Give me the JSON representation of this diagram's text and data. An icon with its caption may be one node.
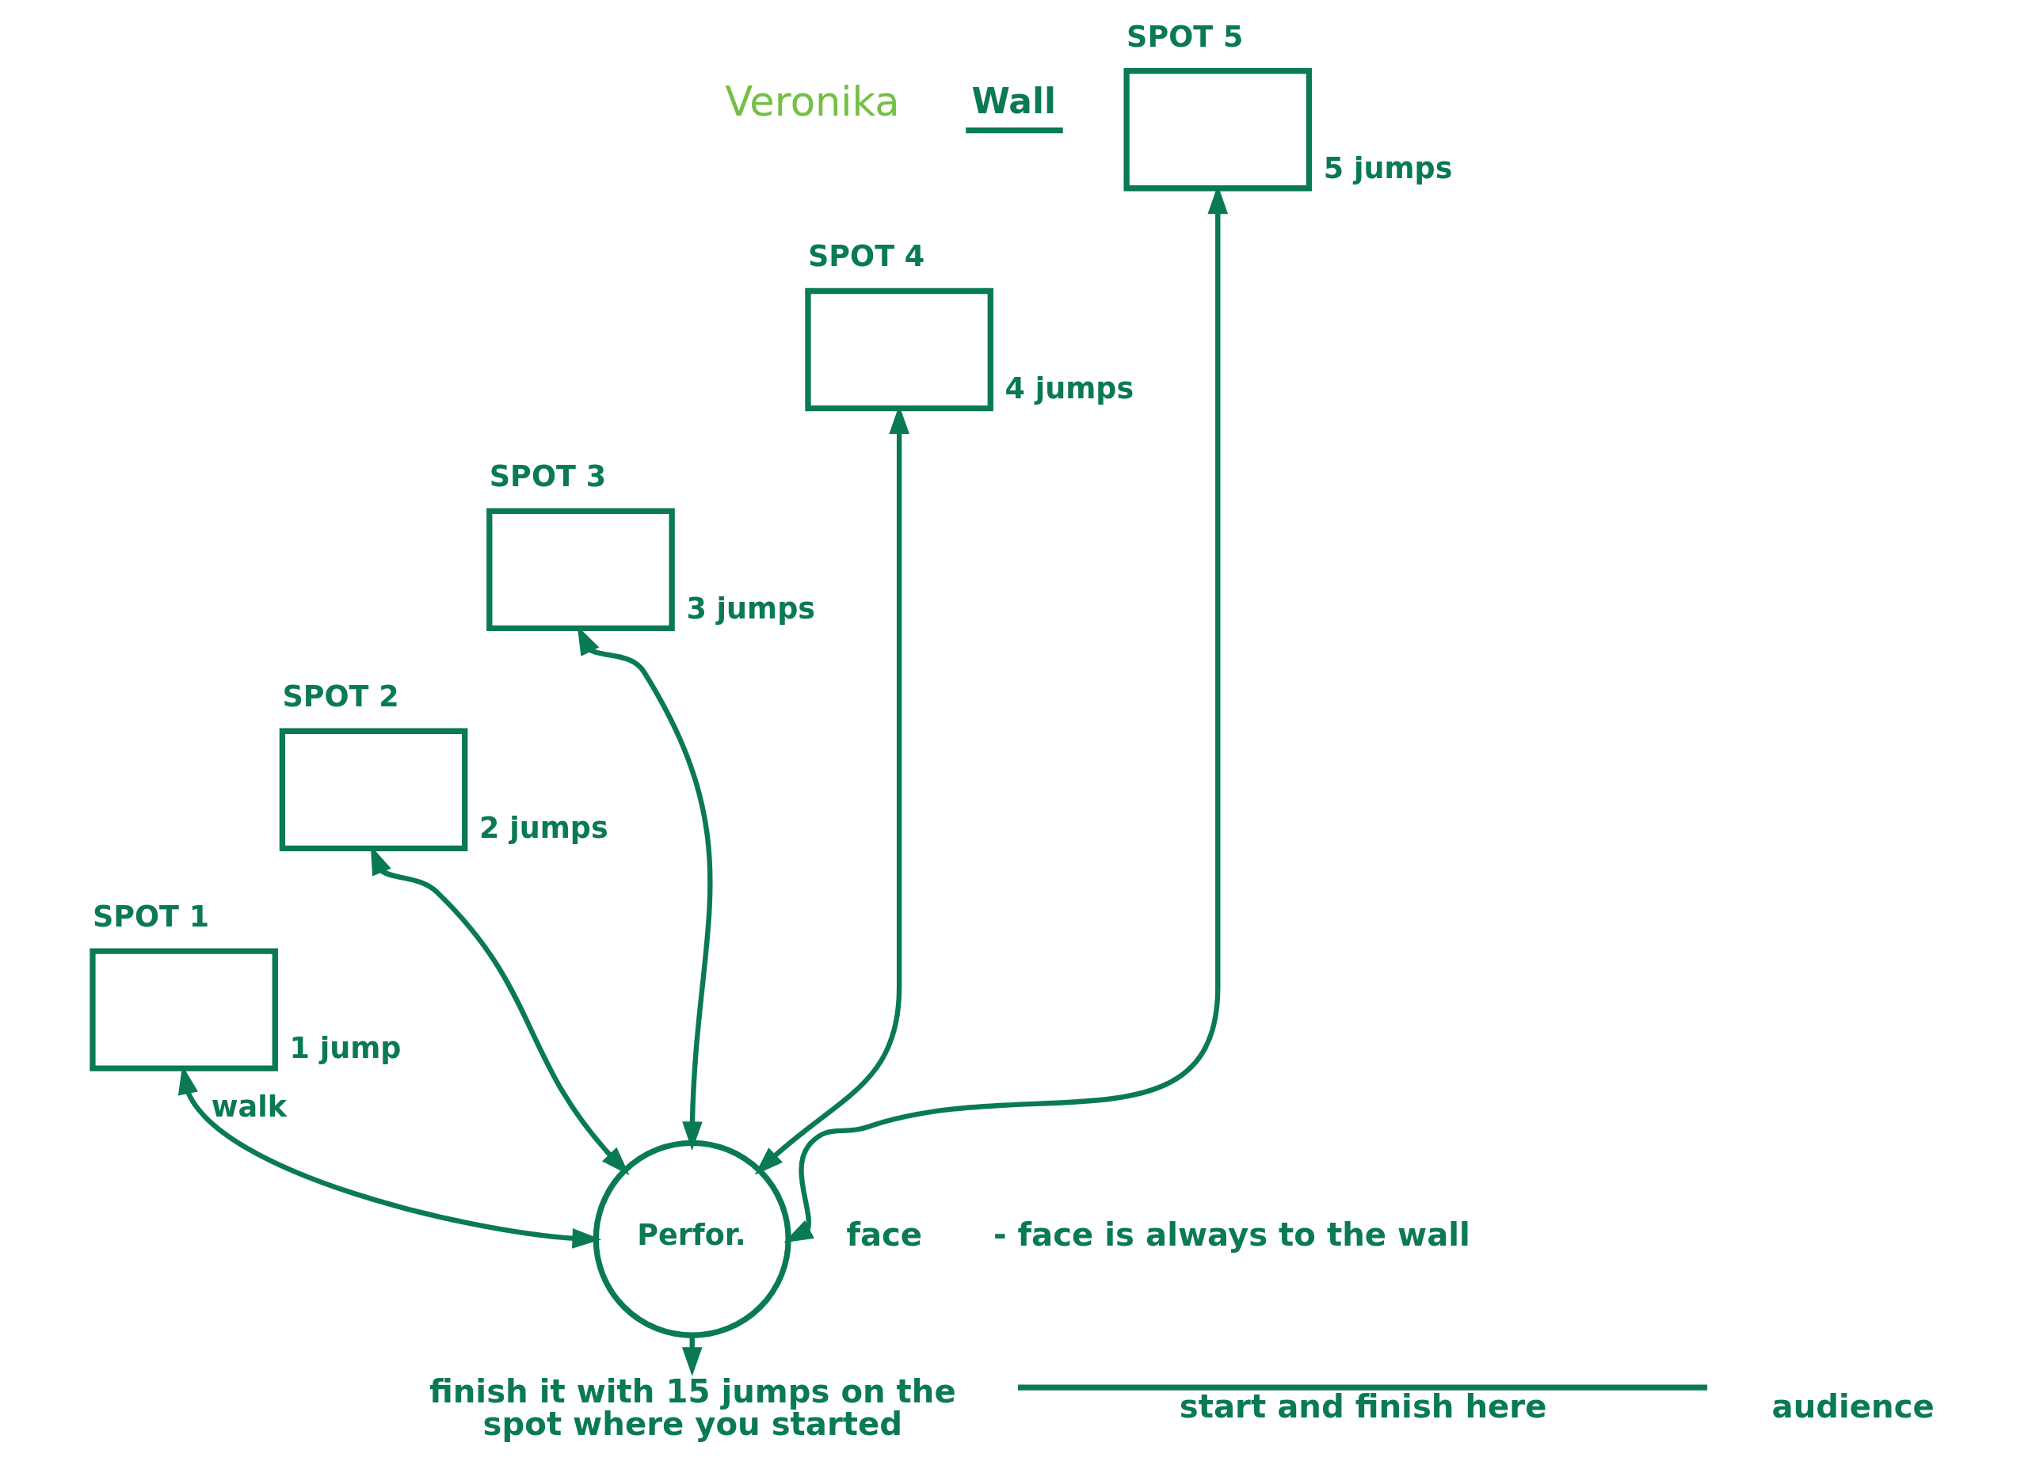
{
  "diagram": {
    "nodes": [
      {
        "text": [
          "SPOT 1"
        ],
        "beside": [
          "1 jump"
        ]
      },
      {
        "text": [
          "SPOT 2"
        ],
        "beside": [
          "2 jumps"
        ]
      },
      {
        "text": [
          "SPOT 3"
        ],
        "beside": [
          "3 jumps"
        ]
      },
      {
        "text": [
          "SPOT 4"
        ],
        "beside": [
          "4 jumps"
        ]
      },
      {
        "text": [
          "SPOT 5"
        ],
        "beside": [
          "5 jumps"
        ]
      },
      {
        "text": [
          "Perfor."
        ]
      },
      {
        "text": [
          "finish it with 15 jumps on the spot where you started"
        ]
      }
    ],
    "edges": [
      {
        "from": 0,
        "to": 5,
        "arrow": "both",
        "label": "walk"
      },
      {
        "from": 1,
        "to": 5,
        "arrow": "both"
      },
      {
        "from": 2,
        "to": 5,
        "arrow": "both"
      },
      {
        "from": 3,
        "to": 5,
        "arrow": "both"
      },
      {
        "from": 4,
        "to": 5,
        "arrow": "both"
      },
      {
        "from": 5,
        "to": 6,
        "arrow": "to"
      }
    ],
    "labels": [
      "Veronika",
      "Wall",
      "face",
      "- face is always to the wall",
      "start and finish here",
      "audience"
    ]
  }
}
